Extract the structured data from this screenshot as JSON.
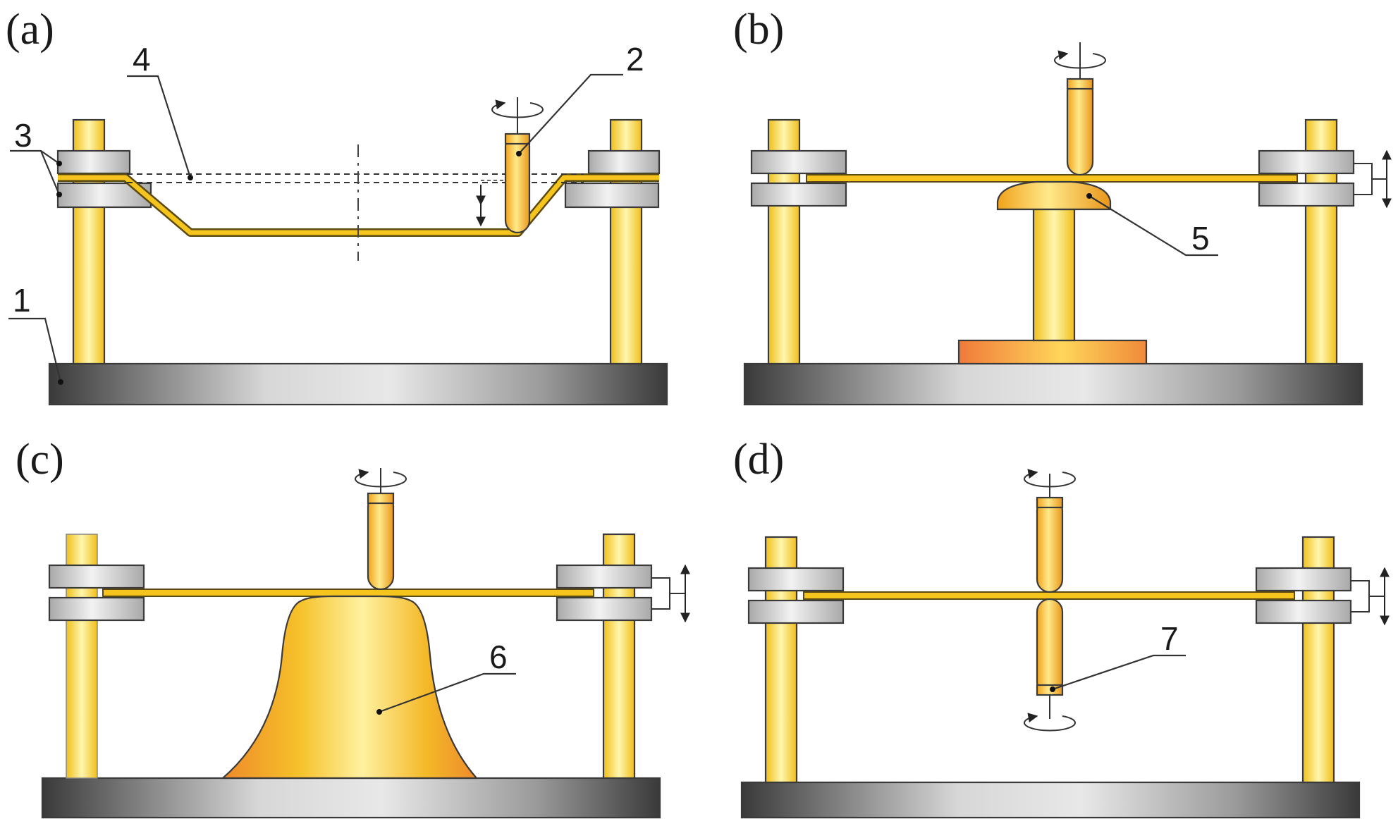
{
  "panels": {
    "a": {
      "label": "(a)"
    },
    "b": {
      "label": "(b)"
    },
    "c": {
      "label": "(c)"
    },
    "d": {
      "label": "(d)"
    }
  },
  "callouts": {
    "base": "1",
    "tool": "2",
    "clamps": "3",
    "sheet": "4",
    "partial_die": "5",
    "full_die": "6",
    "support_tool": "7"
  },
  "colors": {
    "gold": "#f2c01e",
    "gold_light": "#fff3a0",
    "orange": "#ef8a2a",
    "steel_dark": "#3a3a3a",
    "steel_light": "#e2e2e2"
  }
}
